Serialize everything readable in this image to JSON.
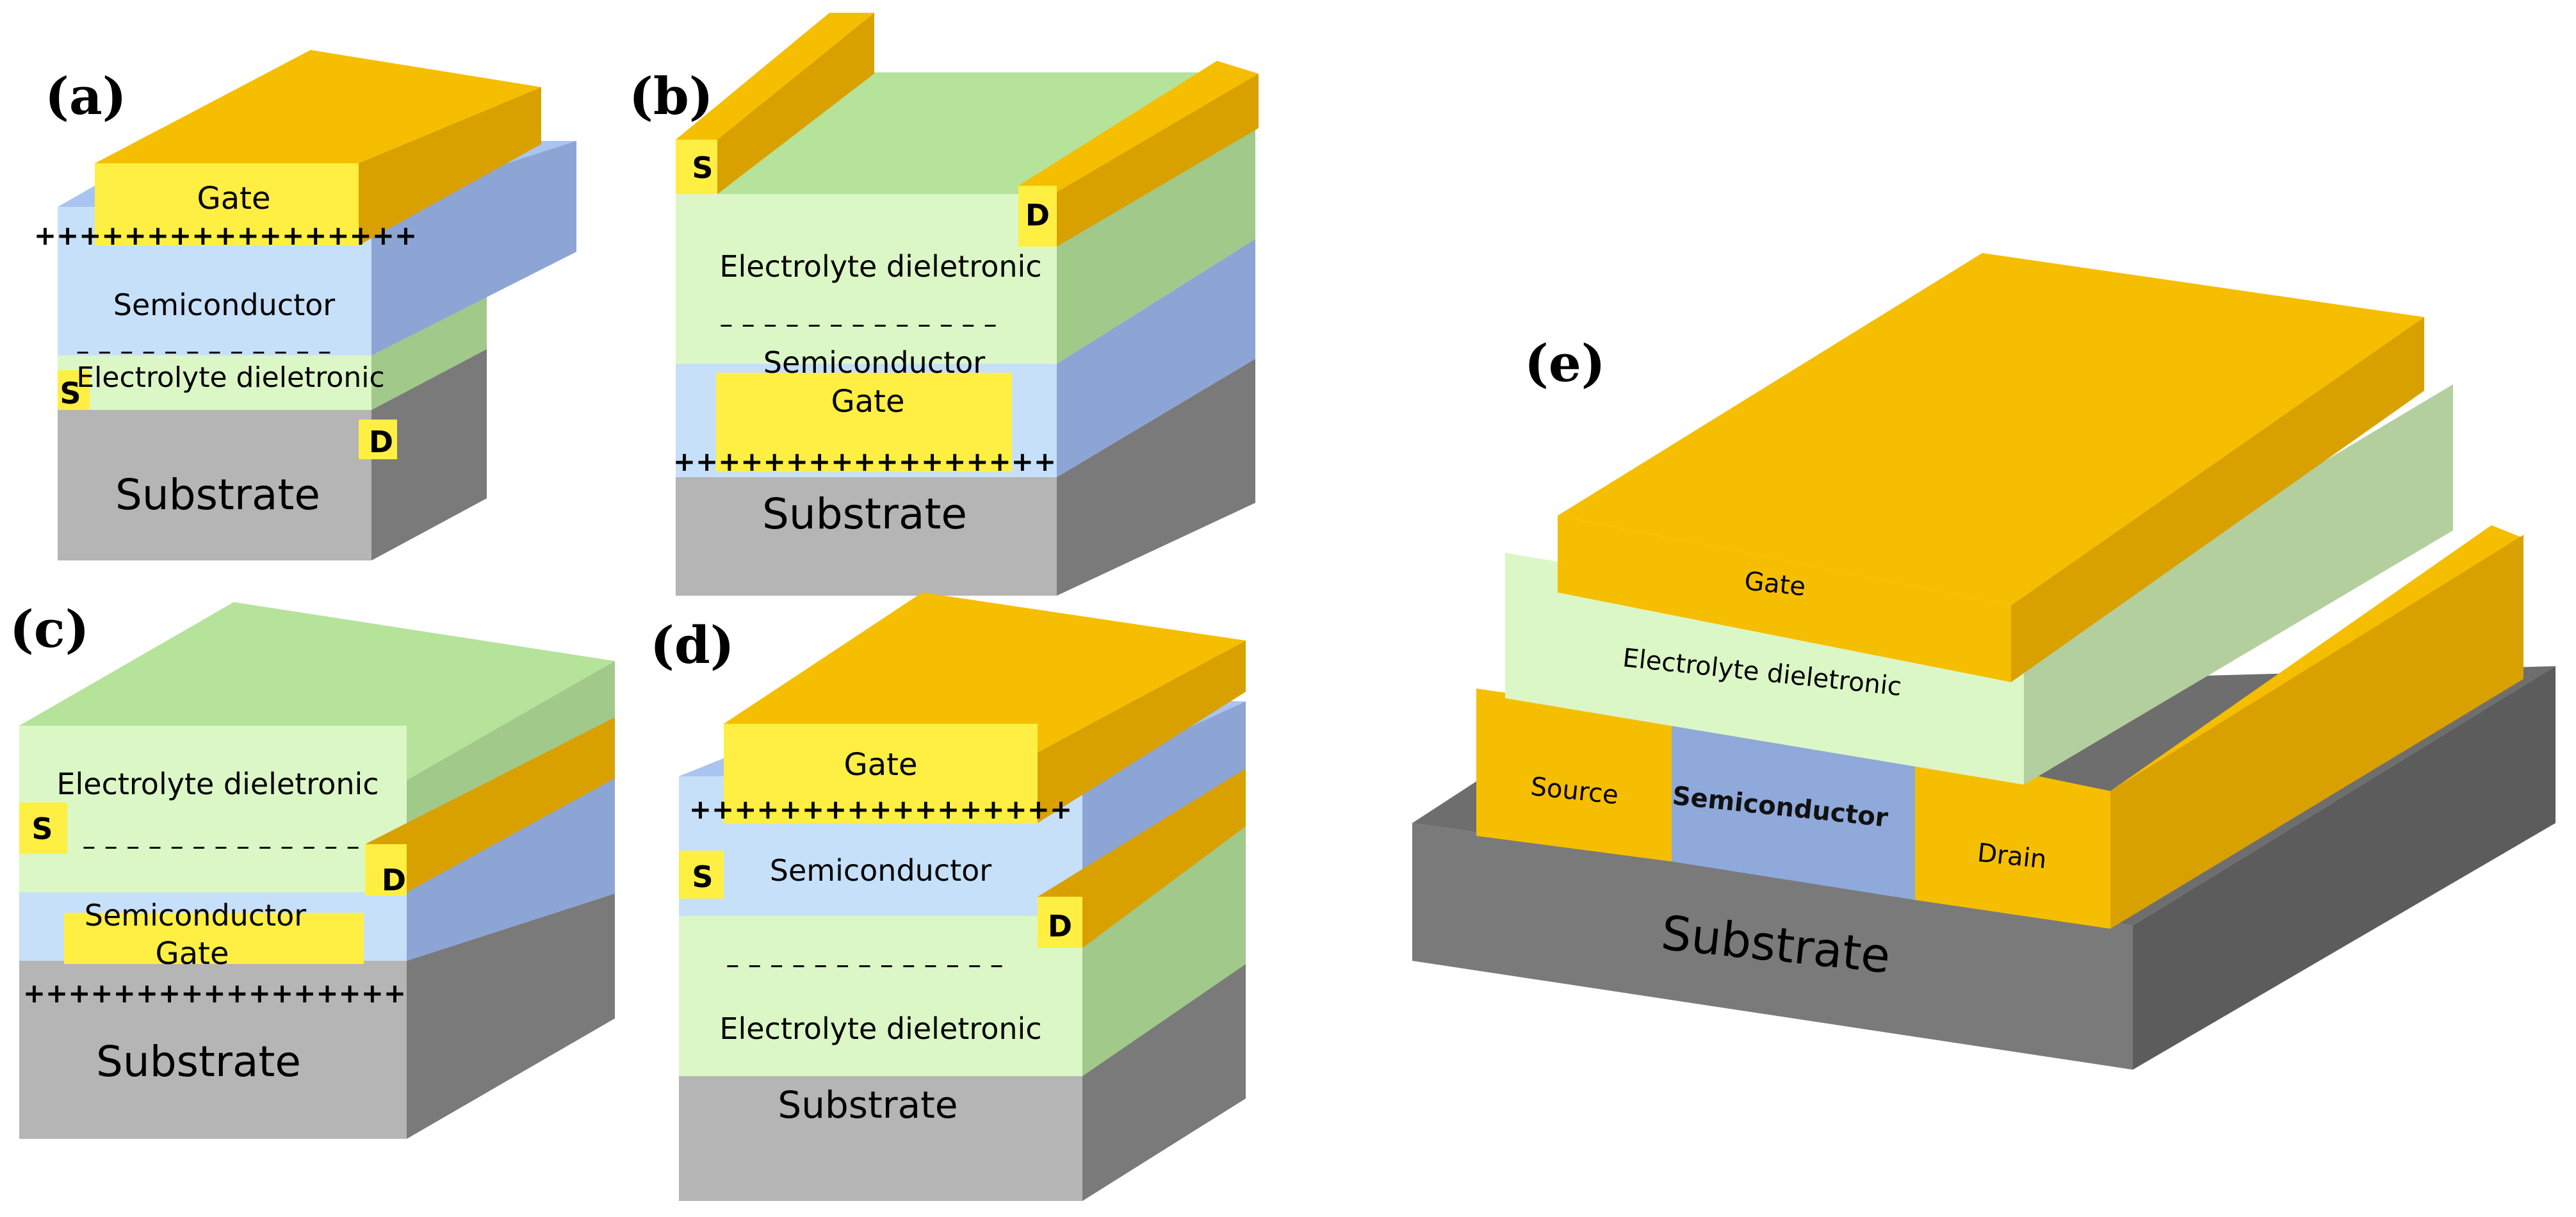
{
  "panels": {
    "a": {
      "label": "(a)",
      "gate": "Gate",
      "gate_charge": "+++++++++++++++++",
      "semiconductor": "Semiconductor",
      "electrolyte_charge": "– – – – – – – – – – – –",
      "electrolyte": "Electrolyte dieletronic",
      "source": "S",
      "drain": "D",
      "substrate": "Substrate"
    },
    "b": {
      "label": "(b)",
      "source": "S",
      "drain": "D",
      "electrolyte": "Electrolyte dieletronic",
      "electrolyte_charge": "– – – – – – – – – – – – –",
      "semiconductor": "Semiconductor",
      "gate": "Gate",
      "gate_charge": "+++++++++++++++++",
      "substrate": "Substrate"
    },
    "c": {
      "label": "(c)",
      "electrolyte": "Electrolyte dieletronic",
      "source": "S",
      "drain": "D",
      "electrolyte_charge": "– – – – – – – – – – – – –",
      "semiconductor": "Semiconductor",
      "gate": "Gate",
      "gate_charge": "+++++++++++++++++",
      "substrate": "Substrate"
    },
    "d": {
      "label": "(d)",
      "gate": "Gate",
      "gate_charge": "+++++++++++++++++",
      "source": "S",
      "semiconductor": "Semiconductor",
      "drain": "D",
      "electrolyte_charge": "– – – – – – – – – – – – –",
      "electrolyte": "Electrolyte dieletronic",
      "substrate": "Substrate"
    },
    "e": {
      "label": "(e)",
      "gate": "Gate",
      "electrolyte": "Electrolyte dieletronic",
      "source": "Source",
      "semiconductor": "Semiconductor",
      "drain": "Drain",
      "substrate": "Substrate"
    }
  },
  "colors": {
    "gold": "#F6BE00",
    "gold_side": "#D9A100",
    "yellow": "#FFEF42",
    "green_front": "#DCF7C6",
    "green_top": "#B5E39A",
    "green_side": "#A1C98A",
    "blue_front": "#C7E0FA",
    "blue_side": "#8CA5D4",
    "blue_semi": "#8FA9DB",
    "gray_front": "#B5B5B5",
    "gray_side": "#7A7A7A",
    "gray_dark": "#6E6E6E"
  }
}
